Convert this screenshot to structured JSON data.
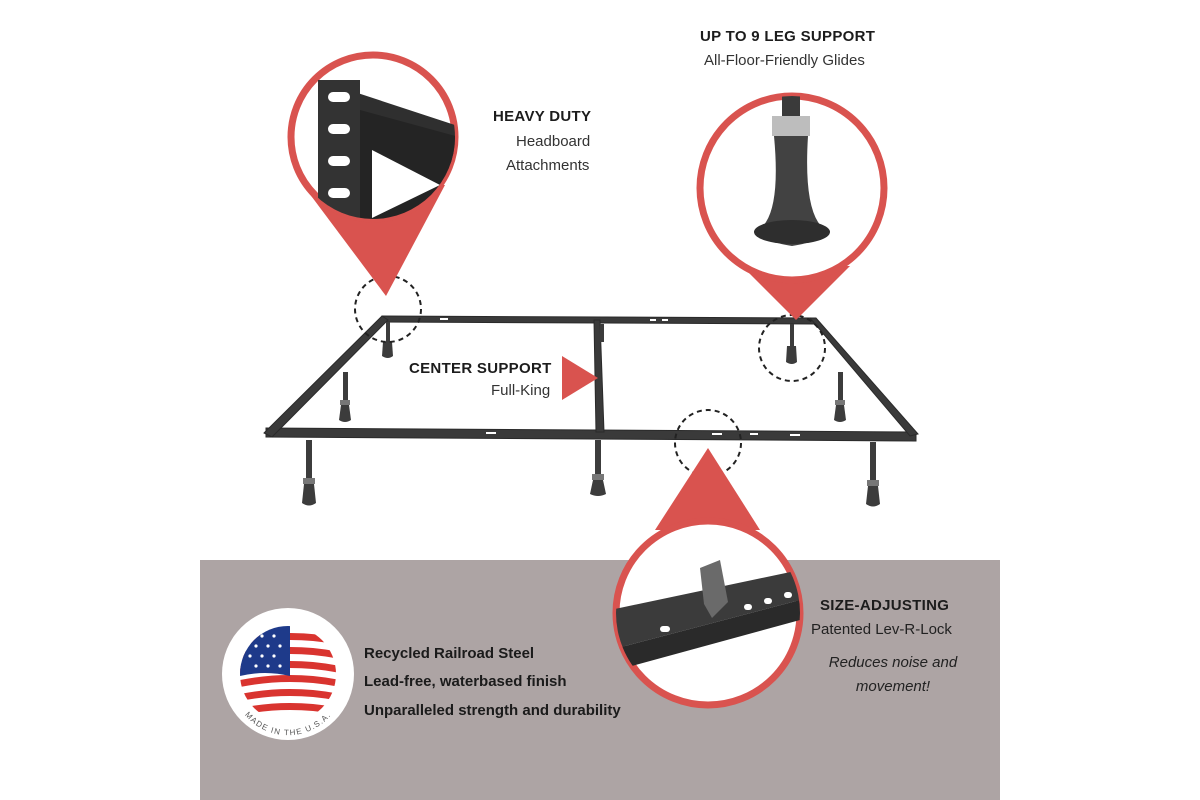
{
  "callouts": {
    "leg_support": {
      "title": "UP TO 9 LEG SUPPORT",
      "subtitle": "All-Floor-Friendly Glides"
    },
    "headboard": {
      "title": "HEAVY DUTY",
      "line1": "Headboard",
      "line2": "Attachments"
    },
    "center_support": {
      "title": "CENTER SUPPORT",
      "subtitle": "Full-King"
    },
    "size_adjusting": {
      "title": "SIZE-ADJUSTING",
      "subtitle": "Patented Lev-R-Lock",
      "note_line1": "Reduces noise and",
      "note_line2": "movement!"
    }
  },
  "features": [
    "Recycled Railroad Steel",
    "Lead-free, waterbased finish",
    "Unparalleled strength and durability"
  ],
  "badge": {
    "text": "MADE IN THE U.S.A."
  },
  "colors": {
    "accent_red": "#d9534f",
    "frame_metal": "#3a3a3a",
    "panel_gray": "#ada4a4"
  }
}
